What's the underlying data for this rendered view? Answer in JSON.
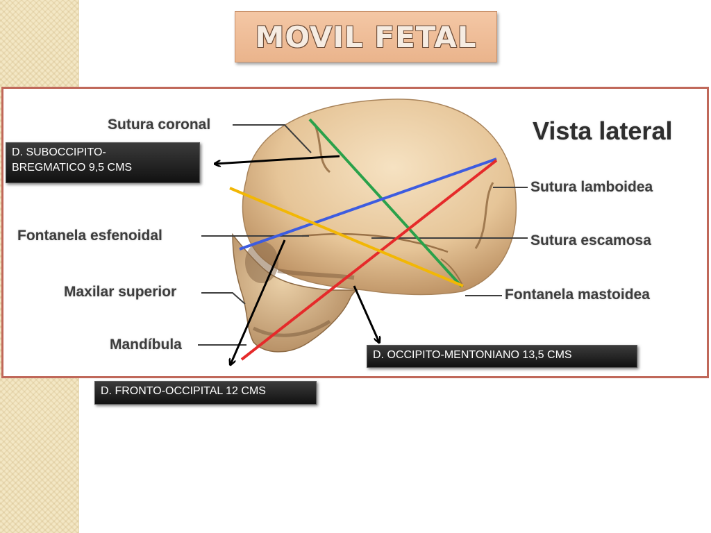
{
  "slide": {
    "title": "MOVIL FETAL"
  },
  "diagram": {
    "view_title": "Vista lateral",
    "structure_labels": {
      "sutura_coronal": "Sutura coronal",
      "fontanela_esfenoidal": "Fontanela esfenoidal",
      "maxilar_superior": "Maxilar superior",
      "mandibula": "Mandíbula",
      "sutura_lamboidea": "Sutura lamboidea",
      "sutura_escamosa": "Sutura escamosa",
      "fontanela_mastoidea": "Fontanela mastoidea"
    },
    "line_colors": {
      "suboccipito_bregmatico": "#2aa14a",
      "fronto_occipital": "#f2b705",
      "blue_diameter": "#3d5ce0",
      "occipito_mentoniano": "#e52a2a"
    }
  },
  "callouts": {
    "suboccipito_line1": "D. SUBOCCIPITO-",
    "suboccipito_line2": "BREGMATICO 9,5 CMS",
    "occipito_mentoniano": "D. OCCIPITO-MENTONIANO 13,5 CMS",
    "fronto_occipital": "D. FRONTO-OCCIPITAL 12 CMS"
  }
}
